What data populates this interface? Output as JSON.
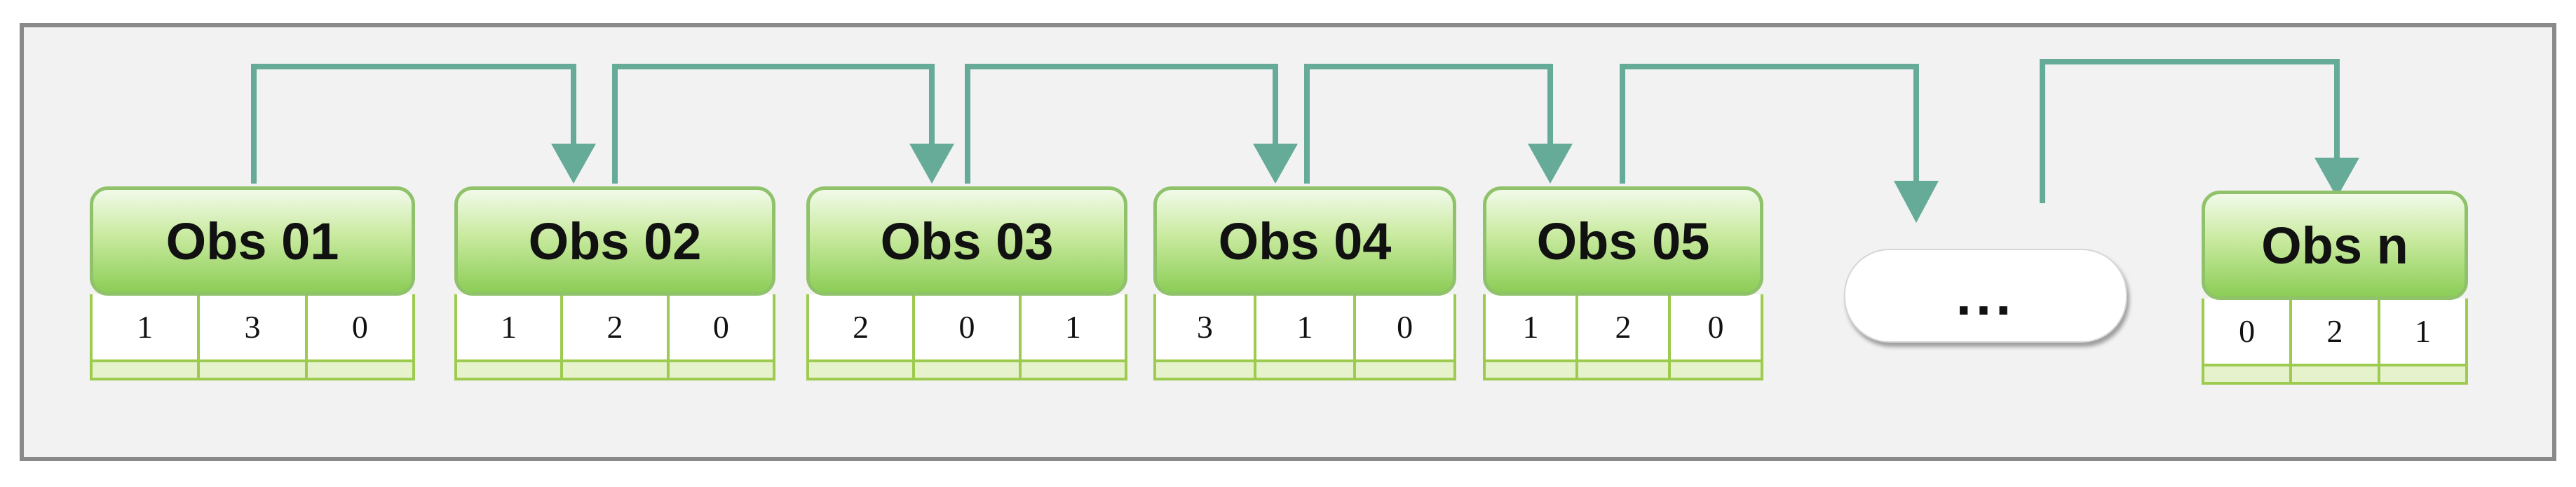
{
  "nodes": [
    {
      "label": "Obs 01",
      "values": [
        "1",
        "3",
        "0"
      ]
    },
    {
      "label": "Obs 02",
      "values": [
        "1",
        "2",
        "0"
      ]
    },
    {
      "label": "Obs 03",
      "values": [
        "2",
        "0",
        "1"
      ]
    },
    {
      "label": "Obs 04",
      "values": [
        "3",
        "1",
        "0"
      ]
    },
    {
      "label": "Obs 05",
      "values": [
        "1",
        "2",
        "0"
      ]
    },
    {
      "label": "Obs n",
      "values": [
        "0",
        "2",
        "1"
      ]
    }
  ],
  "ellipsis": "...",
  "colors": {
    "arrow": "#65ab98",
    "cell_border": "#9dcb4f",
    "frame": "#8a8a8a"
  }
}
